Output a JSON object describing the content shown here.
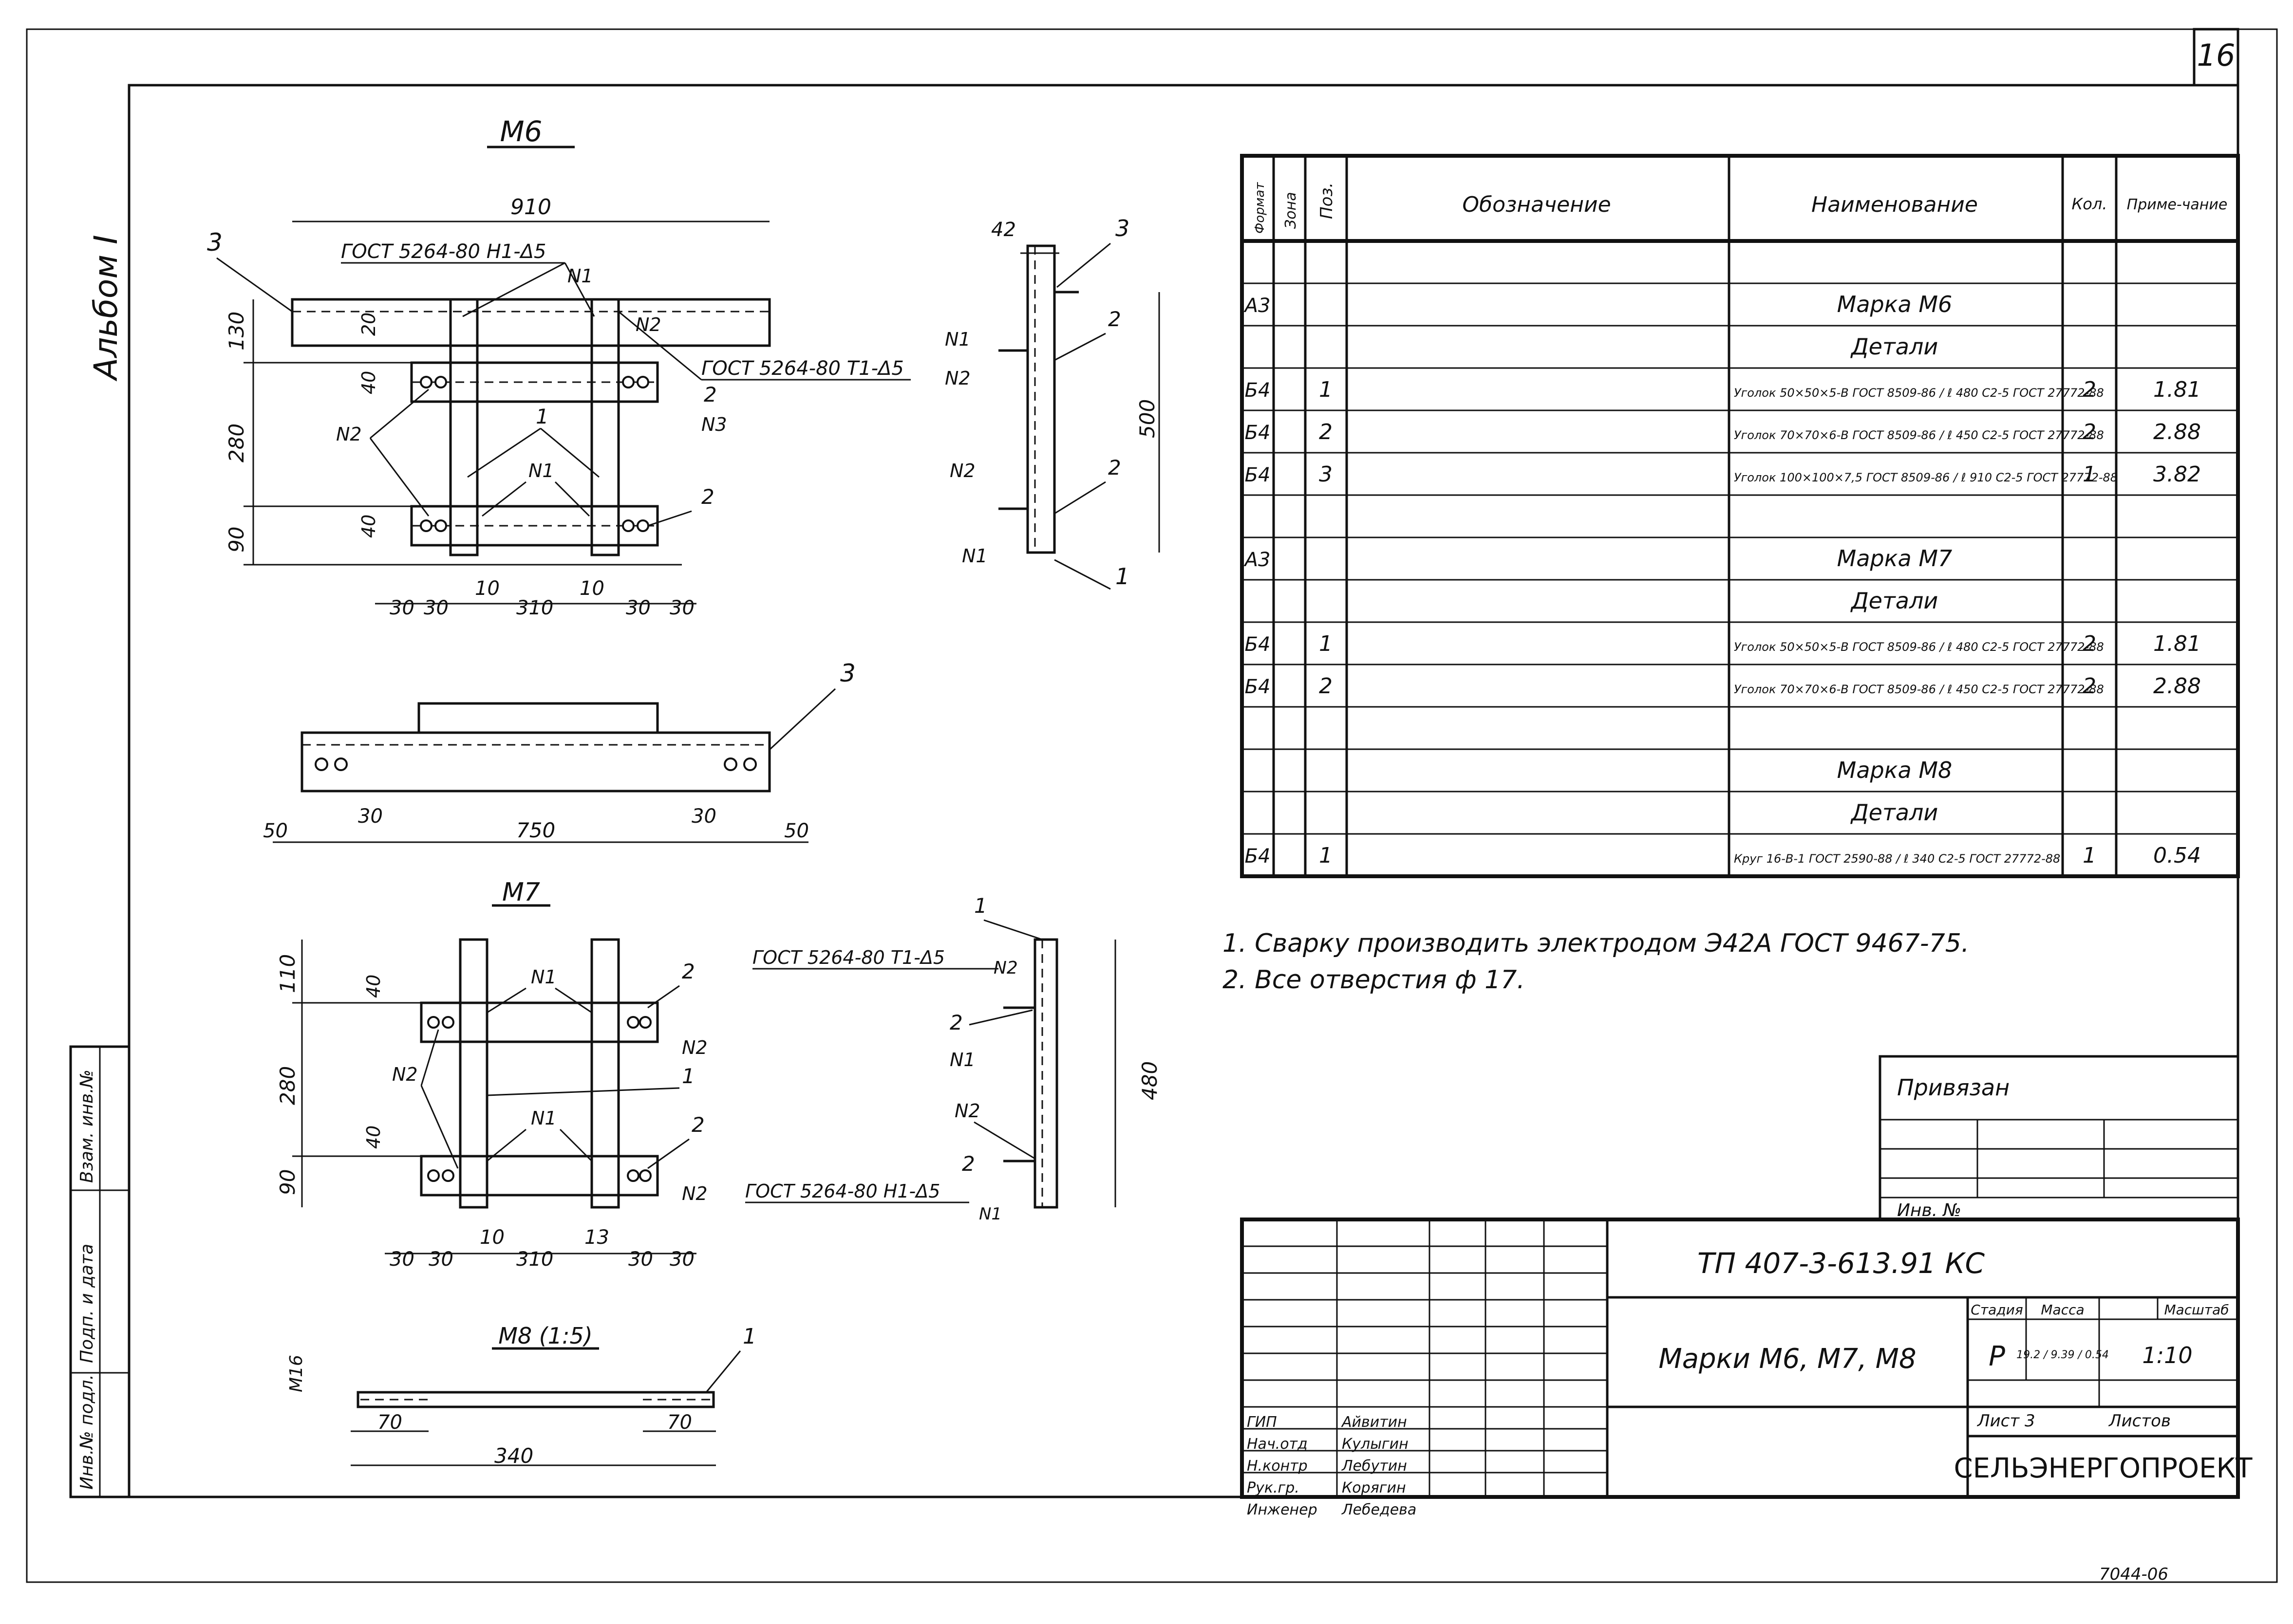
{
  "sheet": {
    "page_no": "16",
    "album": "Альбом I",
    "left_stamp": [
      "Взам. инв.№",
      "Подп. и дата",
      "Инв.№ подл."
    ]
  },
  "m6": {
    "title": "М6",
    "dims_top": [
      "910",
      "130",
      "280",
      "90",
      "20",
      "40",
      "40"
    ],
    "dims_bottom": [
      "30",
      "30",
      "10",
      "310",
      "10",
      "30",
      "30"
    ],
    "weld1": "ГОСТ 5264-80 Н1-Δ5",
    "weld2": "ГОСТ 5264-80 Т1-Δ5",
    "labels": [
      "3",
      "N1",
      "N2",
      "2",
      "N3",
      "N2",
      "1",
      "N1",
      "2"
    ],
    "side": {
      "dim_top": "42",
      "dim_h": "500",
      "labels": [
        "3",
        "N1",
        "2",
        "N2",
        "N2",
        "2",
        "N1",
        "1"
      ]
    },
    "plan": {
      "dims": [
        "50",
        "30",
        "750",
        "30",
        "50"
      ],
      "label": "3"
    }
  },
  "m7": {
    "title": "М7",
    "dims_left": [
      "110",
      "280",
      "90",
      "40",
      "40"
    ],
    "dims_bottom": [
      "30",
      "30",
      "10",
      "310",
      "13",
      "30",
      "30"
    ],
    "weld1": "ГОСТ 5264-80 Т1-Δ5",
    "weld2": "ГОСТ 5264-80 Н1-Δ5",
    "labels": [
      "N1",
      "2",
      "N2",
      "N2",
      "1",
      "N1",
      "2",
      "N2"
    ],
    "side": {
      "dim_h": "480",
      "labels": [
        "1",
        "N2",
        "2",
        "N1",
        "N2",
        "2",
        "N1"
      ]
    }
  },
  "m8": {
    "title": "М8 (1:5)",
    "left": "М16",
    "dims": [
      "70",
      "70",
      "340"
    ],
    "label": "1"
  },
  "spec_table": {
    "headers": [
      "Формат",
      "Зона",
      "Поз.",
      "Обозначение",
      "Наименование",
      "Кол.",
      "Приме-чание"
    ],
    "rows": [
      {
        "fmt": "",
        "pos": "",
        "name": "",
        "qty": "",
        "note": ""
      },
      {
        "fmt": "А3",
        "pos": "",
        "name": "Марка М6",
        "qty": "",
        "note": "",
        "section": true
      },
      {
        "fmt": "",
        "pos": "",
        "name": "Детали",
        "qty": "",
        "note": "",
        "section": true
      },
      {
        "fmt": "Б4",
        "pos": "1",
        "name": "Уголок 50×50×5-В ГОСТ 8509-86 / ℓ 480  С2-5 ГОСТ 27772-88",
        "qty": "2",
        "note": "1.81"
      },
      {
        "fmt": "Б4",
        "pos": "2",
        "name": "Уголок 70×70×6-В ГОСТ 8509-86 / ℓ 450  С2-5 ГОСТ 27772-88",
        "qty": "2",
        "note": "2.88"
      },
      {
        "fmt": "Б4",
        "pos": "3",
        "name": "Уголок 100×100×7,5 ГОСТ 8509-86 / ℓ 910  С2-5 ГОСТ 27772-88",
        "qty": "1",
        "note": "3.82"
      },
      {
        "fmt": "",
        "pos": "",
        "name": "",
        "qty": "",
        "note": ""
      },
      {
        "fmt": "А3",
        "pos": "",
        "name": "Марка М7",
        "qty": "",
        "note": "",
        "section": true
      },
      {
        "fmt": "",
        "pos": "",
        "name": "Детали",
        "qty": "",
        "note": "",
        "section": true
      },
      {
        "fmt": "Б4",
        "pos": "1",
        "name": "Уголок 50×50×5-В ГОСТ 8509-86 / ℓ 480  С2-5 ГОСТ 27772-88",
        "qty": "2",
        "note": "1.81"
      },
      {
        "fmt": "Б4",
        "pos": "2",
        "name": "Уголок 70×70×6-В ГОСТ 8509-86 / ℓ 450  С2-5 ГОСТ 27772-88",
        "qty": "2",
        "note": "2.88"
      },
      {
        "fmt": "",
        "pos": "",
        "name": "",
        "qty": "",
        "note": ""
      },
      {
        "fmt": "",
        "pos": "",
        "name": "Марка М8",
        "qty": "",
        "note": "",
        "section": true
      },
      {
        "fmt": "",
        "pos": "",
        "name": "Детали",
        "qty": "",
        "note": "",
        "section": true
      },
      {
        "fmt": "Б4",
        "pos": "1",
        "name": "Круг 16-В-1 ГОСТ 2590-88 / ℓ 340  С2-5 ГОСТ 27772-88",
        "qty": "1",
        "note": "0.54"
      }
    ]
  },
  "notes": [
    "1. Сварку производить электродом Э42А ГОСТ 9467-75.",
    "2. Все отверстия  ф 17."
  ],
  "privyazan": {
    "title": "Привязан",
    "inv": "Инв. №"
  },
  "title_block": {
    "code": "ТП 407-3-613.91 КС",
    "drawing_title": "Марки М6, М7, М8",
    "stage_hdr": "Стадия",
    "mass_hdr": "Масса",
    "scale_hdr": "Масштаб",
    "stage": "Р",
    "mass": "19.2 / 9.39 / 0.54",
    "scale": "1:10",
    "sheet": "Лист 3",
    "sheets": "Листов",
    "org": "СЕЛЬЭНЕРГОПРОЕКТ",
    "signers": [
      {
        "role": "ГИП",
        "name": "Айвитин"
      },
      {
        "role": "Нач.отд",
        "name": "Кулыгин"
      },
      {
        "role": "Н.контр",
        "name": "Лебутин"
      },
      {
        "role": "Рук.гр.",
        "name": "Корягин"
      },
      {
        "role": "Инженер",
        "name": "Лебедева"
      }
    ]
  },
  "footer_mark": "7044-06"
}
